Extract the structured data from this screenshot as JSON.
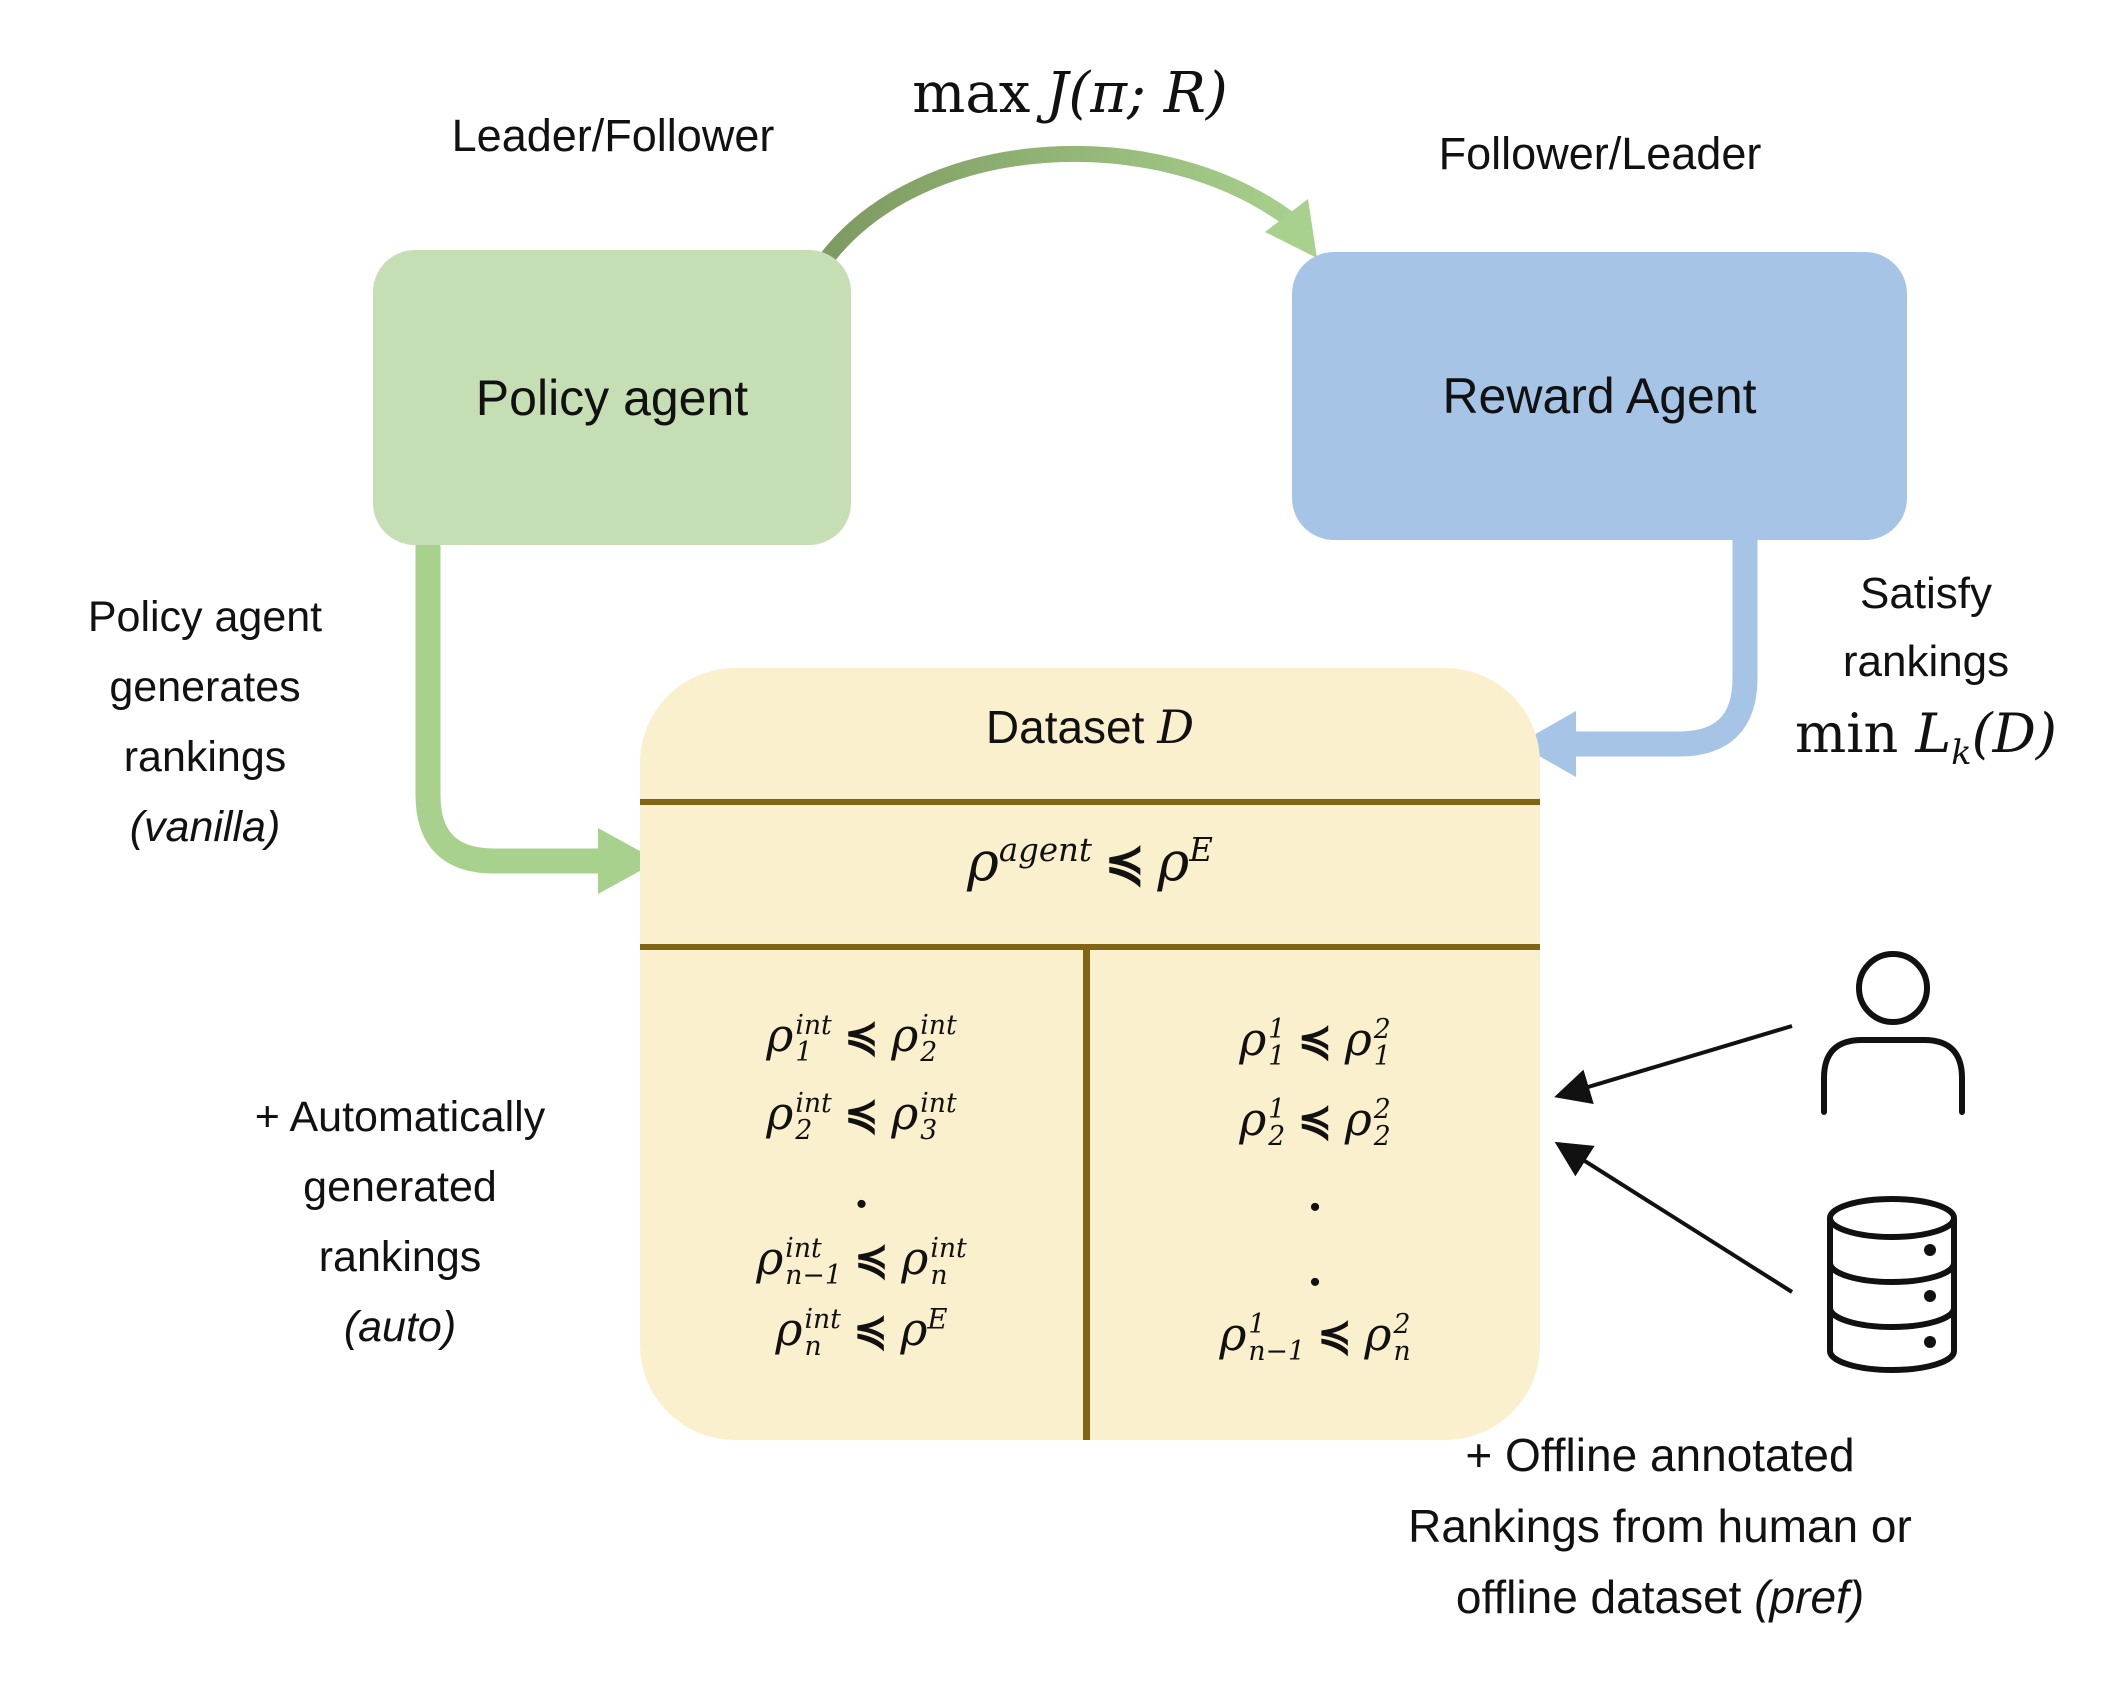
{
  "colors": {
    "policy_box": "#c5deb3",
    "reward_box": "#a6c4e5",
    "dataset_box": "#fbf0ce",
    "dataset_divider": "#7f6413",
    "green_arrow": "#a9d18e",
    "green_arrow_dark": "#7d9a60",
    "blue_arrow": "#a6c4e5",
    "ink": "#111111"
  },
  "top": {
    "leader_follower": "Leader/Follower",
    "follower_leader": "Follower/Leader",
    "objective_prefix": "max",
    "objective_math": "J(π; R)"
  },
  "boxes": {
    "policy": "Policy agent",
    "reward": "Reward Agent"
  },
  "left_notes": {
    "vanilla": [
      "Policy agent",
      "generates",
      "rankings",
      "(vanilla)"
    ],
    "auto": [
      "+ Automatically",
      "generated",
      "rankings",
      "(auto)"
    ]
  },
  "right_notes": {
    "satisfy_lines": [
      "Satisfy",
      "rankings"
    ],
    "satisfy_prefix": "min",
    "satisfy_base": "L",
    "satisfy_sub": "k",
    "satisfy_args": "(D)",
    "pref_lines": [
      "+ Offline annotated",
      "Rankings from human or",
      "offline dataset"
    ],
    "pref_italic": "(pref)"
  },
  "dataset": {
    "title_prefix": "Dataset",
    "title_math": "D",
    "header": {
      "l_sup": "agent",
      "r_sup": "E"
    },
    "left_rows": [
      {
        "l_sub": "1",
        "l_sup": "int",
        "r_sub": "2",
        "r_sup": "int"
      },
      {
        "l_sub": "2",
        "l_sup": "int",
        "r_sub": "3",
        "r_sup": "int"
      },
      {
        "l_sub": "n−1",
        "l_sup": "int",
        "r_sub": "n",
        "r_sup": "int"
      },
      {
        "l_sub": "n",
        "l_sup": "int",
        "r_sup": "E"
      }
    ],
    "left_dot": "·",
    "right_rows": [
      {
        "l_sub": "1",
        "l_sup": "1",
        "r_sub": "1",
        "r_sup": "2"
      },
      {
        "l_sub": "2",
        "l_sup": "1",
        "r_sub": "2",
        "r_sup": "2"
      },
      {
        "l_sub": "n−1",
        "l_sup": "1",
        "r_sub": "n",
        "r_sup": "2"
      }
    ],
    "right_dots": [
      "·",
      "·"
    ],
    "precedes_symbol": "≼",
    "rho_symbol": "ρ"
  },
  "icons": {
    "person": "person-icon",
    "database": "database-icon"
  }
}
